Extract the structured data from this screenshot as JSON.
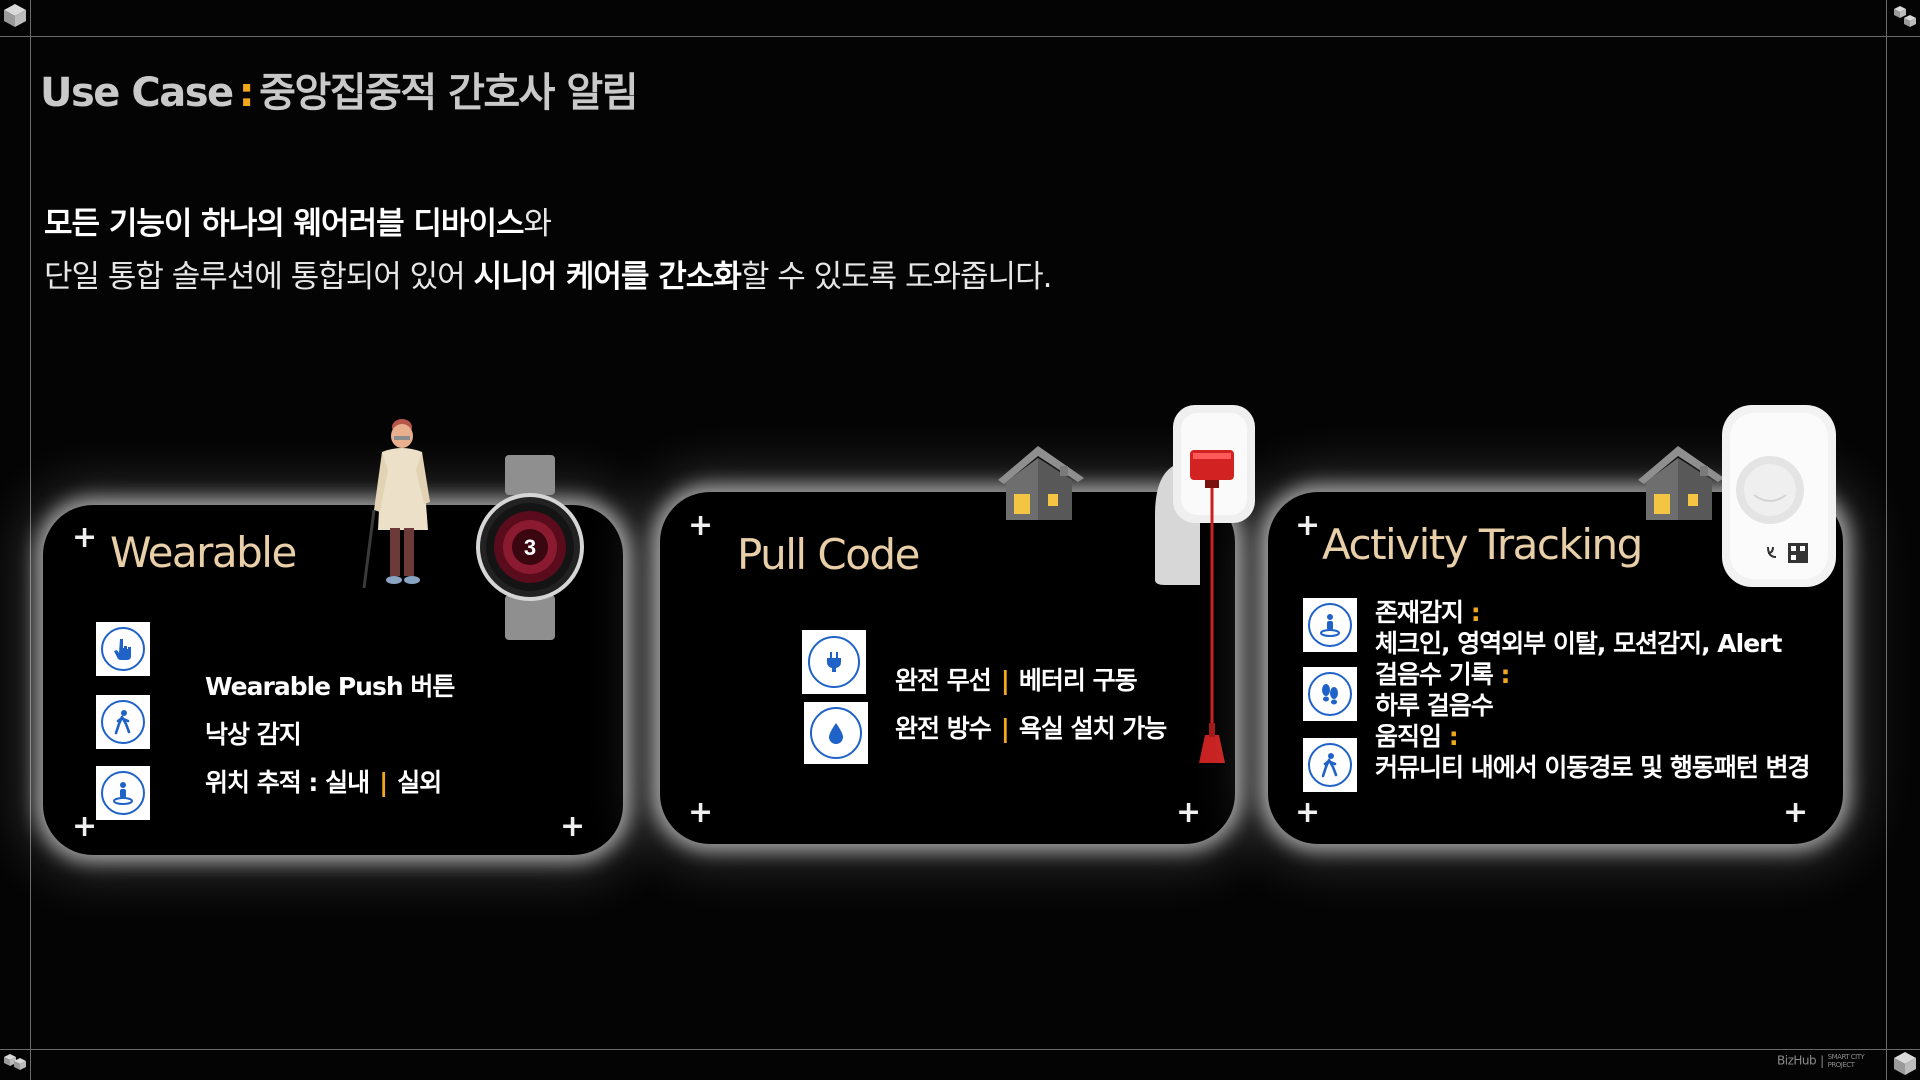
{
  "header": {
    "en": "Use Case",
    "colon": ":",
    "ko": "중앙집중적 간호사 알림"
  },
  "intro": {
    "line1_bold": "모든 기능이 하나의 웨어러블 디바이스",
    "line1_rest": "와",
    "line2_start": "단일 통합 솔루션에 통합되어 있어 ",
    "line2_bold": "시니어 케어를 간소화",
    "line2_end": "할 수 있도록 도와줍니다."
  },
  "cards": {
    "wearable": {
      "title": "Wearable",
      "watch_number": "3",
      "features": [
        "Wearable Push 버튼",
        "낙상 감지"
      ],
      "location_label": "위치 추적 : 실내",
      "location_sep": "|",
      "location_outdoor": "실외"
    },
    "pull_code": {
      "title": "Pull Code",
      "row1_a": "완전 무선",
      "row1_sep": "|",
      "row1_b": "베터리 구동",
      "row2_a": "완전 방수",
      "row2_sep": "|",
      "row2_b": "욕실 설치 가능"
    },
    "activity": {
      "title": "Activity Tracking",
      "presence_label": "존재감지",
      "presence_detail": "체크인, 영역외부 이탈, 모션감지, Alert",
      "steps_label": "걸음수 기록",
      "steps_detail": "하루 걸음수",
      "movement_label": "움직임",
      "movement_detail": "커뮤니티 내에서 이동경로 및 행동패턴 변경",
      "colon": ":"
    }
  },
  "plus_sign": "+",
  "footer": {
    "brand": "BizHub",
    "sep": "|",
    "sub1": "SMART CITY",
    "sub2": "PROJECT"
  },
  "icons": [
    "hand-pointer-icon",
    "walking-person-icon",
    "location-person-icon",
    "plug-icon",
    "water-drop-icon",
    "footprints-icon"
  ],
  "colors": {
    "accent": "#f2a81d",
    "title": "#e9cfa8",
    "icon_blue": "#1f63c8",
    "background": "#040404"
  }
}
